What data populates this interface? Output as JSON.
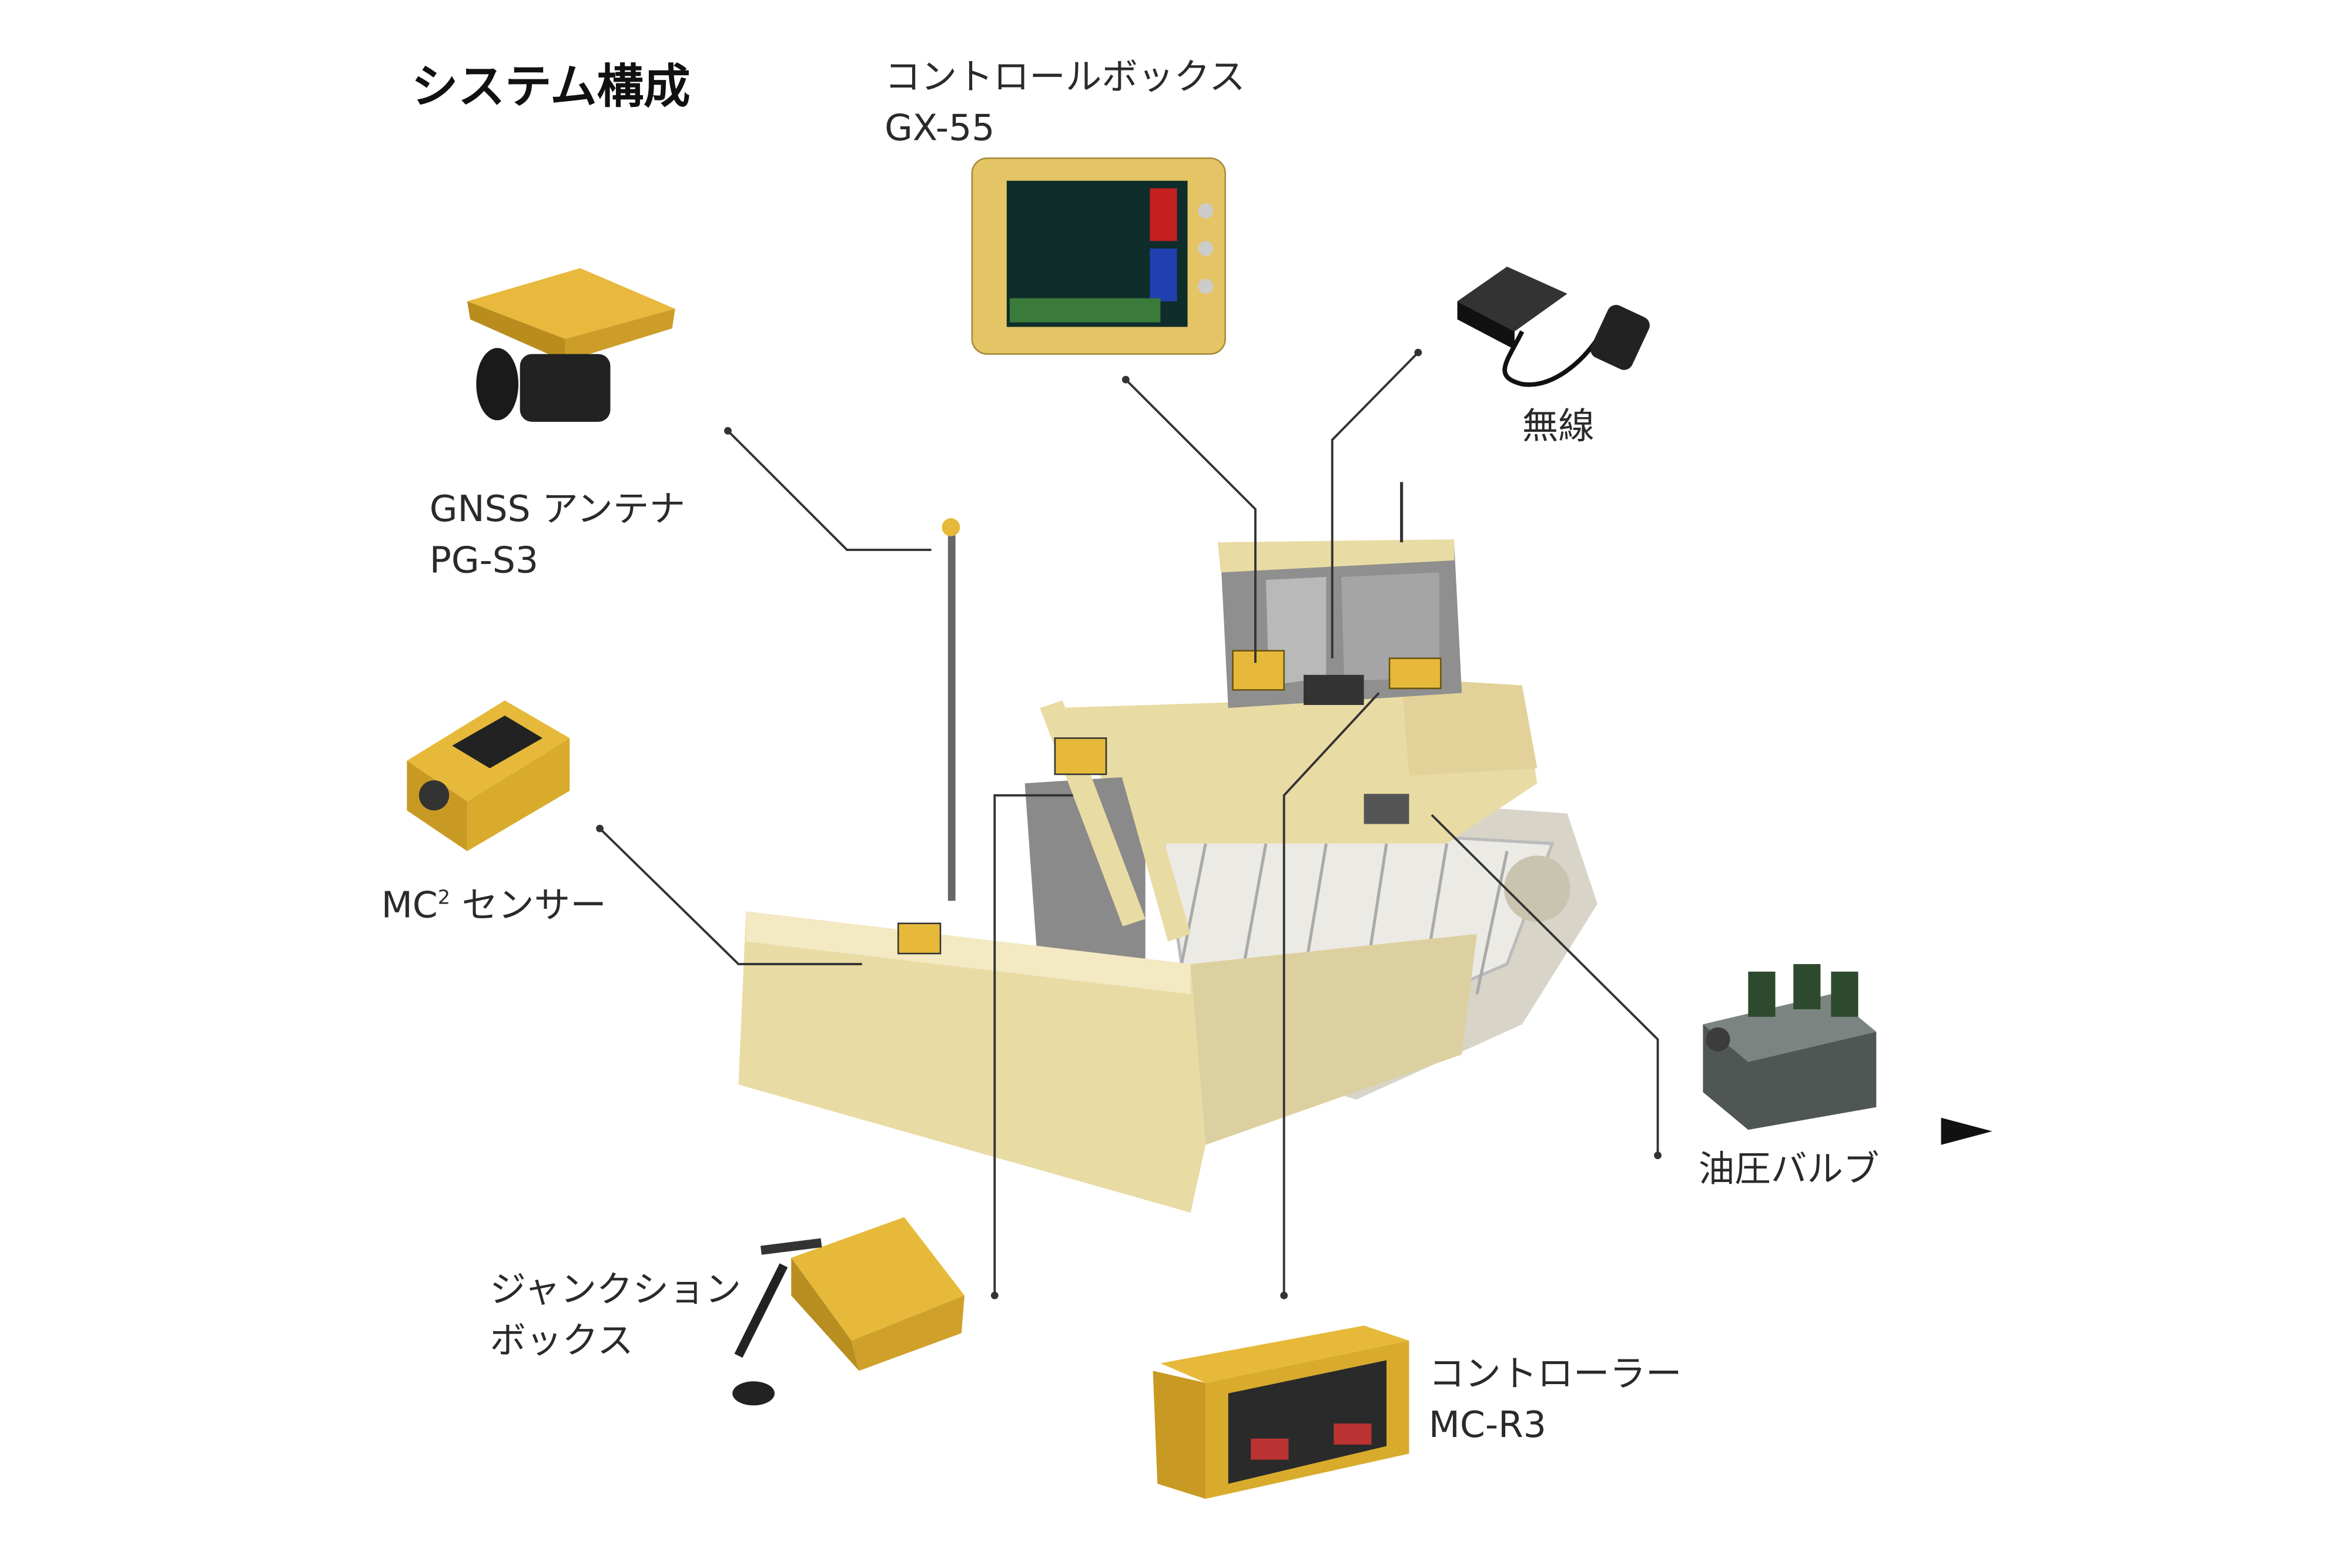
{
  "title": "システム構成",
  "components": {
    "control_box": {
      "name": "コントロールボックス",
      "model": "GX-55"
    },
    "radio": {
      "name": "無線"
    },
    "gnss_antenna": {
      "name": "GNSS アンテナ",
      "model": "PG-S3"
    },
    "mc2_sensor": {
      "name_prefix": "MC",
      "superscript": "2",
      "name_suffix": " センサー"
    },
    "hydraulic_valve": {
      "name": "油圧バルブ"
    },
    "junction_box": {
      "name_line1": "ジャンクション",
      "name_line2": "ボックス"
    },
    "controller": {
      "name": "コントローラー",
      "model": "MC-R3"
    }
  },
  "colors": {
    "machine": "#e9dba4",
    "device": "#e6b93a",
    "line": "#333333"
  }
}
